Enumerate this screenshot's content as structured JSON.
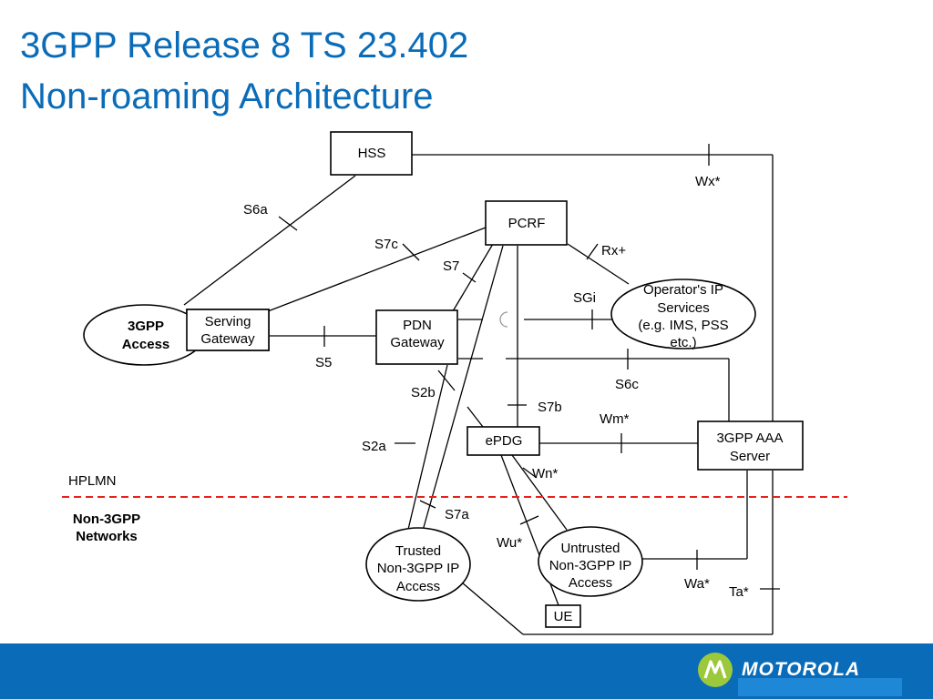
{
  "title": {
    "line1": "3GPP Release 8 TS 23.402",
    "line2": "Non-roaming Architecture"
  },
  "nodes": {
    "hss": "HSS",
    "pcrf": "PCRF",
    "serving_gateway": [
      "Serving",
      "Gateway"
    ],
    "pdn_gateway": [
      "PDN",
      "Gateway"
    ],
    "access_3gpp": [
      "3GPP",
      "Access"
    ],
    "operator_services": [
      "Operator's IP",
      "Services",
      "(e.g. IMS, PSS",
      "etc.)"
    ],
    "epdg": "ePDG",
    "aaa_server": [
      "3GPP AAA",
      "Server"
    ],
    "trusted_access": [
      "Trusted",
      "Non-3GPP IP",
      "Access"
    ],
    "untrusted_access": [
      "Untrusted",
      "Non-3GPP IP",
      "Access"
    ],
    "ue": "UE"
  },
  "interfaces": {
    "s6a": "S6a",
    "wx": "Wx*",
    "s7c": "S7c",
    "rx": "Rx+",
    "s7": "S7",
    "sgi": "SGi",
    "s5": "S5",
    "s6c": "S6c",
    "s2b": "S2b",
    "s7b": "S7b",
    "wm": "Wm*",
    "s2a": "S2a",
    "wn": "Wn*",
    "s7a": "S7a",
    "wu": "Wu*",
    "wa": "Wa*",
    "ta": "Ta*"
  },
  "regions": {
    "hplmn": "HPLMN",
    "non3gpp": [
      "Non-3GPP",
      "Networks"
    ]
  },
  "colors": {
    "title": "#0a6cb8",
    "boundary_line": "#e8211d",
    "footer": "#0a6cb8",
    "logo_mark": "#9cc93b"
  },
  "footer": {
    "logo_text": "MOTOROLA",
    "logo_icon": "motorola-batwing-icon"
  }
}
